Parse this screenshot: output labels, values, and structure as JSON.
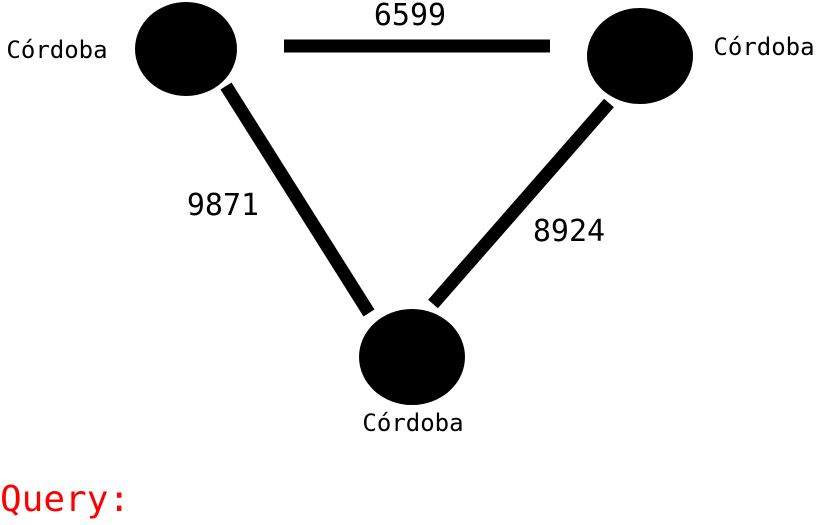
{
  "colors": {
    "background": "#ffffff",
    "node": "#000000",
    "edge": "#000000",
    "query": "#ff0000"
  },
  "nodes": [
    {
      "id": "a",
      "label": "Córdoba"
    },
    {
      "id": "b",
      "label": "Córdoba"
    },
    {
      "id": "c",
      "label": "Córdoba"
    }
  ],
  "edges": [
    {
      "from": "a",
      "to": "b",
      "weight": "6599"
    },
    {
      "from": "a",
      "to": "c",
      "weight": "9871"
    },
    {
      "from": "b",
      "to": "c",
      "weight": "8924"
    }
  ],
  "query": {
    "label": "Query:"
  }
}
